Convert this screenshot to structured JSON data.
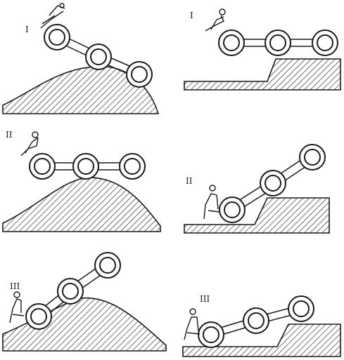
{
  "figure": {
    "panels": [
      {
        "id": "top-left-crest",
        "stage_label": "I"
      },
      {
        "id": "top-right-step",
        "stage_label": "I"
      },
      {
        "id": "middle-left-crest",
        "stage_label": "II"
      },
      {
        "id": "middle-right-step",
        "stage_label": "II"
      },
      {
        "id": "bottom-left-crest",
        "stage_label": "III"
      },
      {
        "id": "bottom-right-step",
        "stage_label": "III"
      }
    ],
    "colors": {
      "ink": "#1a1a1a",
      "paper": "#ffffff",
      "hatch": "#2a2a2a"
    }
  }
}
